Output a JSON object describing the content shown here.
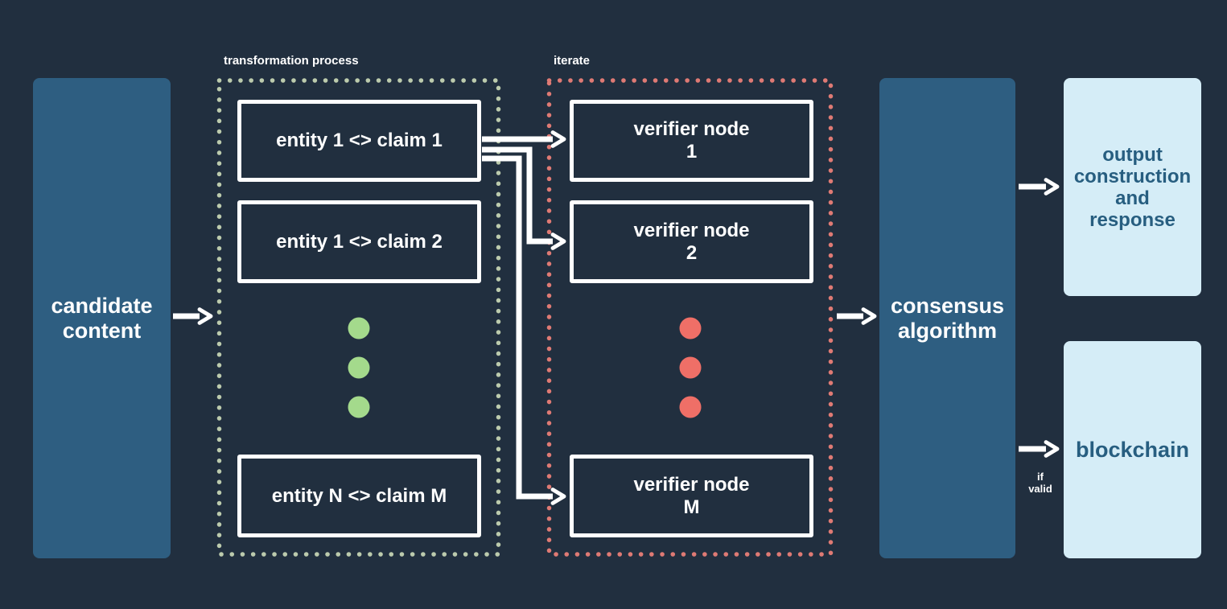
{
  "diagram": {
    "candidate": {
      "label": "candidate\ncontent"
    },
    "transformation": {
      "title": "transformation process",
      "items": [
        {
          "label": "entity 1 <> claim 1"
        },
        {
          "label": "entity 1 <> claim 2"
        },
        {
          "label": "entity N <> claim M"
        }
      ]
    },
    "iterate": {
      "title": "iterate",
      "items": [
        {
          "label": "verifier node\n1"
        },
        {
          "label": "verifier node\n2"
        },
        {
          "label": "verifier node\nM"
        }
      ]
    },
    "consensus": {
      "label": "consensus\nalgorithm"
    },
    "output_construction": {
      "label": "output\nconstruction\nand\nresponse"
    },
    "blockchain": {
      "label": "blockchain"
    },
    "condition": {
      "label": "if\nvalid"
    },
    "colors": {
      "background": "#212f3f",
      "stage_box": "#2e5e81",
      "result_box": "#d5edf7",
      "result_text": "#275e80",
      "green_dot": "#a4da8c",
      "green_border": "#bccbad",
      "red_dot": "#ef6f67",
      "red_border": "#df7a74",
      "connector": "#ffffff"
    }
  }
}
